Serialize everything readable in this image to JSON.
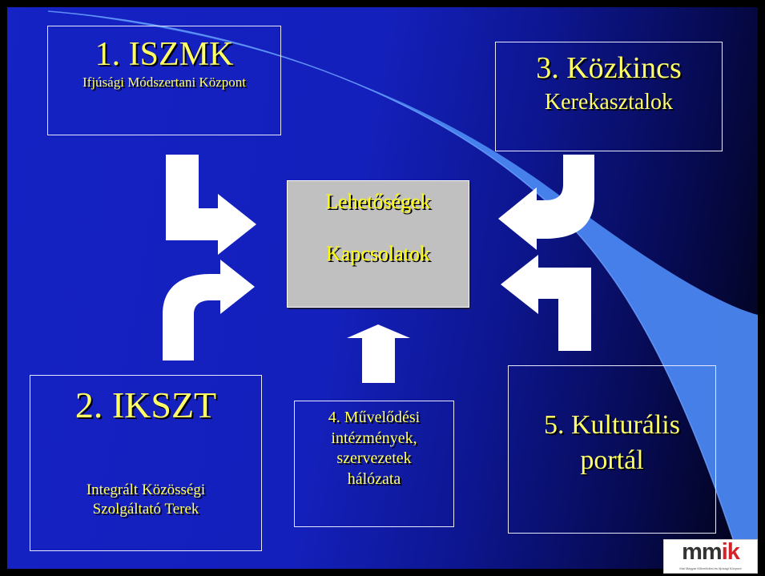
{
  "colors": {
    "text_yellow": "#ffff66",
    "arrow_white": "#ffffff",
    "background_blue": "#1522c4",
    "center_box_gray": "#c0c0c0",
    "swoosh_light_blue": "#4a86f0"
  },
  "boxes": {
    "iszmk": {
      "title": "1. ISZMK",
      "subtitle": "Ifjúsági Módszertani Központ"
    },
    "ikszt": {
      "title": "2. IKSZT",
      "line1": "Integrált Közösségi",
      "line2": "Szolgáltató Terek"
    },
    "kozkincs": {
      "title": "3. Közkincs",
      "subtitle": "Kerekasztalok"
    },
    "muvelodesi": {
      "line1": "4. Művelődési",
      "line2": "intézmények,",
      "line3": "szervezetek",
      "line4": "hálózata"
    },
    "kulturalis": {
      "line1": "5. Kulturális",
      "line2": "portál"
    }
  },
  "center": {
    "line1": "Lehetőségek",
    "line2": "Kapcsolatok"
  },
  "logo": {
    "brand_left": "mm",
    "brand_right": "ik",
    "tagline": "Mai Magyar Művelődési és Ifjúsági Központ"
  },
  "icons": {
    "arrow_from_1": "arrow-turn-right-icon",
    "arrow_from_2": "arrow-turn-up-right-icon",
    "arrow_from_3": "arrow-turn-left-icon",
    "arrow_from_4": "arrow-up-icon",
    "arrow_from_5": "arrow-turn-left-icon"
  }
}
